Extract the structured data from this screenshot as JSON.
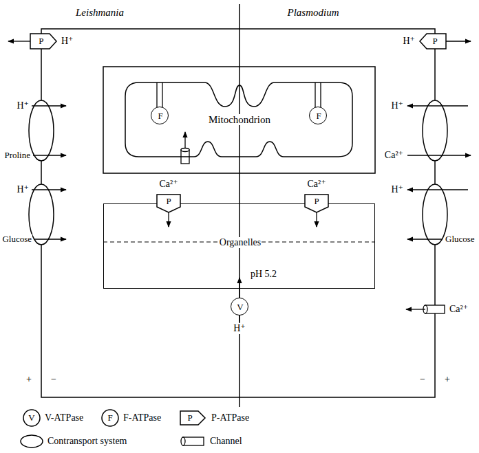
{
  "diagram": {
    "nodes": [
      {
        "text": [
          "P"
        ]
      },
      {
        "text": [
          "P"
        ]
      },
      {
        "text": [
          "Mitochondrion"
        ]
      },
      {
        "text": [
          "F"
        ],
        "in": 2
      },
      {
        "text": [
          "F"
        ],
        "in": 2
      },
      {
        "text": [
          "P"
        ]
      },
      {
        "text": [
          "P"
        ]
      },
      {
        "text": [
          "Organelles",
          "pH 5.2"
        ]
      },
      {
        "text": [
          "V"
        ]
      }
    ],
    "labels": [
      "Leishmania",
      "Plasmodium",
      "H⁺",
      "H⁺",
      "H⁺",
      "Proline",
      "H⁺",
      "Ca²⁺",
      "H⁺",
      "Glucose",
      "H⁺",
      "Glucose",
      "Ca²⁺",
      "Ca²⁺",
      "Ca²⁺",
      "H⁺",
      "+",
      "−",
      "−",
      "+",
      "V",
      "F",
      "P"
    ],
    "legend": [
      {
        "text": "V-ATPase"
      },
      {
        "text": "F-ATPase"
      },
      {
        "text": "P-ATPase"
      },
      {
        "text": "Contransport system"
      },
      {
        "text": "Channel"
      }
    ]
  }
}
